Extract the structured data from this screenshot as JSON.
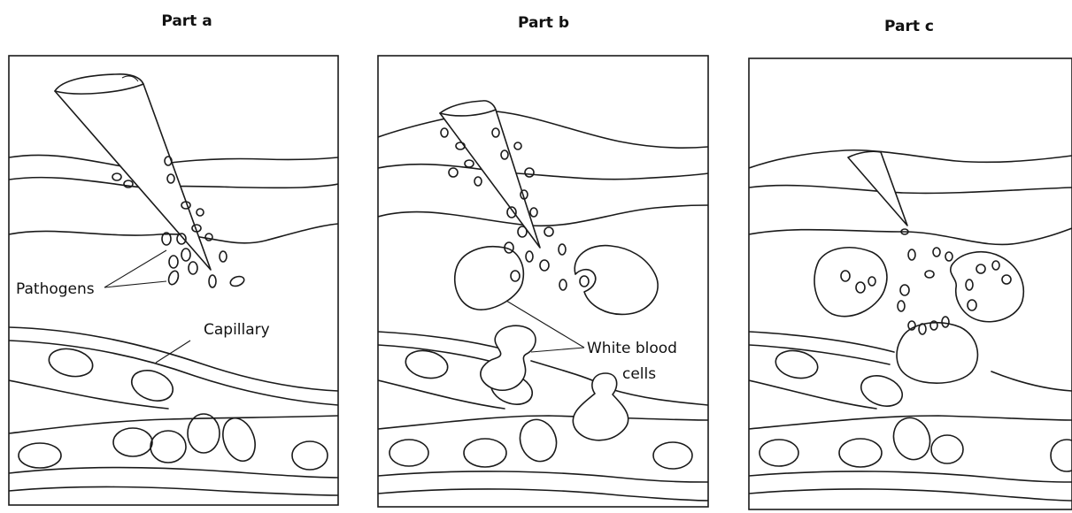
{
  "panels": [
    {
      "title": "Part a"
    },
    {
      "title": "Part b"
    },
    {
      "title": "Part c"
    }
  ],
  "labels": {
    "pathogens": "Pathogens",
    "capillary": "Capillary",
    "white_blood_line1": "White blood",
    "white_blood_line2": "cells"
  }
}
